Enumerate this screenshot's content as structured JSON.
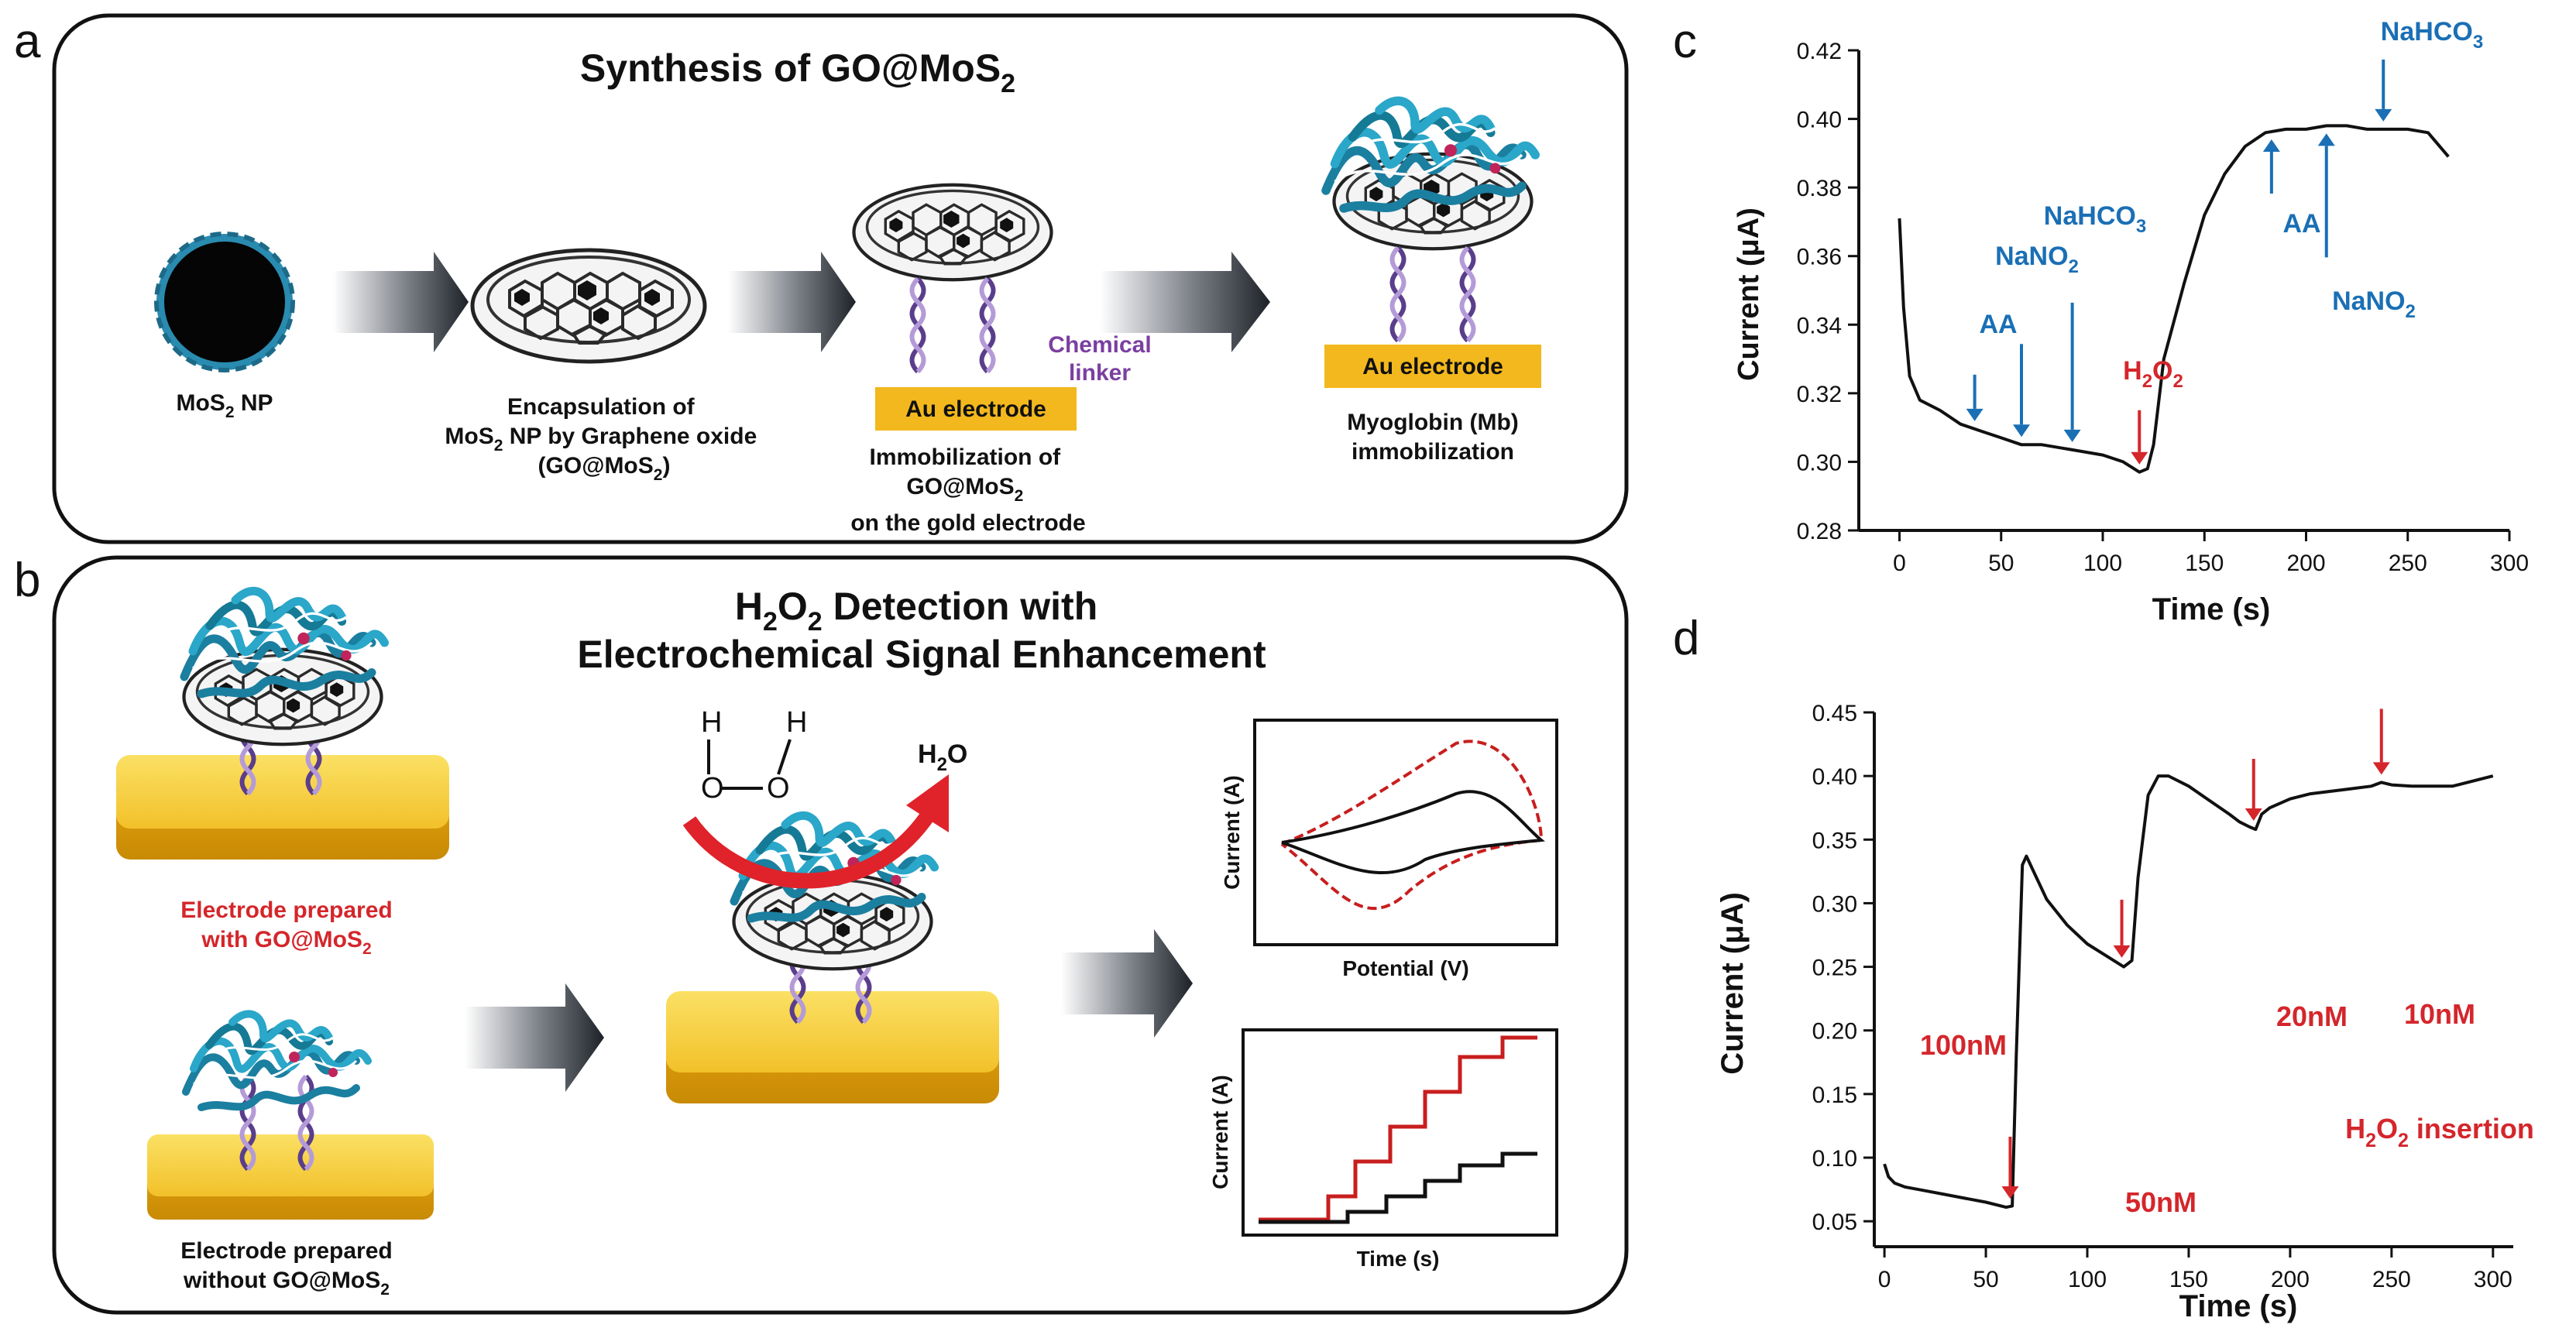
{
  "panels": {
    "a": {
      "letter": "a",
      "title": "Synthesis of GO@MoS",
      "title_sub": "2",
      "mos2_np": {
        "main": "MoS",
        "sub": "2",
        "tail": " NP"
      },
      "step1": {
        "line1": "Encapsulation of",
        "line2_a": "MoS",
        "line2_sub": "2",
        "line2_b": " NP by Graphene oxide",
        "line3_a": "(GO@MoS",
        "line3_sub": "2",
        "line3_b": ")"
      },
      "au_electrode": "Au electrode",
      "chemical_linker": {
        "line1": "Chemical",
        "line2": "linker"
      },
      "step2": {
        "line1": "Immobilization of",
        "line2_a": "GO@MoS",
        "line2_sub": "2",
        "line3": "on the gold electrode"
      },
      "au_electrode_2": "Au electrode",
      "step3": {
        "line1": "Myoglobin (Mb)",
        "line2": "immobilization"
      }
    },
    "b": {
      "letter": "b",
      "title_a": "H",
      "title_sub1": "2",
      "title_b": "O",
      "title_sub2": "2",
      "title_c": " Detection with",
      "title_line2": "Electrochemical Signal Enhancement",
      "with_go": {
        "line1": "Electrode prepared",
        "line2_a": "with GO@MoS",
        "line2_sub": "2"
      },
      "without_go": {
        "line1": "Electrode prepared",
        "line2_a": "without GO@MoS",
        "line2_sub": "2"
      },
      "molecule": {
        "h1": "H",
        "h2": "H",
        "o1": "O",
        "o2": "O"
      },
      "product": {
        "a": "H",
        "sub": "2",
        "b": "O"
      },
      "cv_inset": {
        "ylabel": "Current (A)",
        "xlabel": "Potential (V)"
      },
      "amp_inset": {
        "ylabel": "Current (A)",
        "xlabel": "Time (s)"
      }
    },
    "c": {
      "letter": "c",
      "ylabel": "Current (μA)",
      "xlabel": "Time (s)",
      "annotations": {
        "aa1": "AA",
        "nano2_1": {
          "a": "NaNO",
          "sub": "2"
        },
        "nahco3_1": {
          "a": "NaHCO",
          "sub": "3"
        },
        "h2o2": {
          "a": "H",
          "sub1": "2",
          "b": "O",
          "sub2": "2"
        },
        "aa2": "AA",
        "nano2_2": {
          "a": "NaNO",
          "sub": "2"
        },
        "nahco3_2": {
          "a": "NaHCO",
          "sub": "3"
        }
      }
    },
    "d": {
      "letter": "d",
      "ylabel": "Current (μA)",
      "xlabel": "Time (s)",
      "annotations": {
        "c100": "100nM",
        "c50": "50nM",
        "c20": "20nM",
        "c10": "10nM",
        "insertion": {
          "a": "H",
          "sub1": "2",
          "b": "O",
          "sub2": "2",
          "c": " insertion"
        }
      }
    }
  },
  "colors": {
    "blue_label": "#1a6fb5",
    "red_label": "#d4262b",
    "purple_label": "#7b3fa0",
    "electrode": "#f2b81d",
    "nanoparticle": "#0a0a0a"
  },
  "chart_data": [
    {
      "panel": "c",
      "type": "line",
      "xlabel": "Time (s)",
      "ylabel": "Current (μA)",
      "xlim": [
        -20,
        300
      ],
      "ylim": [
        0.28,
        0.42
      ],
      "xticks": [
        "0",
        "50",
        "100",
        "150",
        "200",
        "250",
        "300"
      ],
      "yticks": [
        "0.28",
        "0.30",
        "0.32",
        "0.34",
        "0.36",
        "0.38",
        "0.40",
        "0.42"
      ],
      "x": [
        0,
        2,
        5,
        10,
        20,
        30,
        40,
        50,
        60,
        70,
        80,
        90,
        100,
        110,
        118,
        122,
        125,
        130,
        140,
        150,
        160,
        170,
        180,
        190,
        200,
        210,
        220,
        230,
        240,
        250,
        260,
        270
      ],
      "y": [
        0.371,
        0.345,
        0.325,
        0.318,
        0.315,
        0.311,
        0.309,
        0.307,
        0.305,
        0.305,
        0.304,
        0.303,
        0.302,
        0.3,
        0.297,
        0.298,
        0.305,
        0.33,
        0.352,
        0.372,
        0.384,
        0.392,
        0.396,
        0.397,
        0.397,
        0.398,
        0.398,
        0.397,
        0.397,
        0.397,
        0.396,
        0.389
      ],
      "annotation_x": {
        "AA": 37,
        "NaNO2": 60,
        "NaHCO3": 85,
        "H2O2": 118,
        "AA_2": 183,
        "NaNO2_2": 210,
        "NaHCO3_2": 238
      }
    },
    {
      "panel": "d",
      "type": "line",
      "xlabel": "Time (s)",
      "ylabel": "Current (μA)",
      "xlim": [
        -5,
        310
      ],
      "ylim": [
        0.03,
        0.45
      ],
      "xticks": [
        "0",
        "50",
        "100",
        "150",
        "200",
        "250",
        "300"
      ],
      "yticks": [
        "0.05",
        "0.10",
        "0.15",
        "0.20",
        "0.25",
        "0.30",
        "0.35",
        "0.40",
        "0.45"
      ],
      "x": [
        0,
        2,
        5,
        10,
        20,
        30,
        40,
        50,
        60,
        63,
        65,
        68,
        70,
        75,
        80,
        90,
        100,
        110,
        118,
        122,
        125,
        130,
        135,
        140,
        150,
        160,
        170,
        175,
        180,
        183,
        186,
        190,
        200,
        210,
        220,
        230,
        240,
        245,
        250,
        260,
        280,
        300
      ],
      "y": [
        0.095,
        0.085,
        0.08,
        0.077,
        0.074,
        0.071,
        0.068,
        0.065,
        0.061,
        0.062,
        0.18,
        0.33,
        0.337,
        0.32,
        0.303,
        0.283,
        0.268,
        0.258,
        0.25,
        0.255,
        0.32,
        0.385,
        0.4,
        0.4,
        0.392,
        0.381,
        0.37,
        0.364,
        0.36,
        0.358,
        0.37,
        0.375,
        0.382,
        0.386,
        0.388,
        0.39,
        0.392,
        0.395,
        0.393,
        0.392,
        0.392,
        0.4
      ],
      "annotation_x": {
        "100nM": 62,
        "50nM": 117,
        "20nM": 182,
        "10nM": 245
      }
    }
  ]
}
